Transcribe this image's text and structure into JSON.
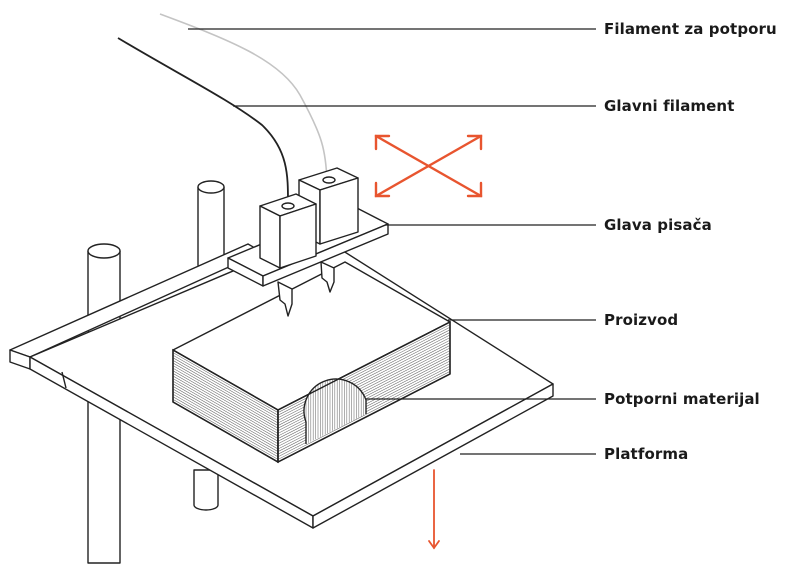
{
  "labels": {
    "support_filament": "Filament za potporu",
    "main_filament": "Glavni filament",
    "print_head": "Glava pisača",
    "product": "Proizvod",
    "support_material": "Potporni materijal",
    "platform": "Platforma"
  },
  "colors": {
    "arrow": "#e8552f",
    "support_filament": "#c4c4c4",
    "main_filament": "#222222",
    "outline": "#222222"
  }
}
